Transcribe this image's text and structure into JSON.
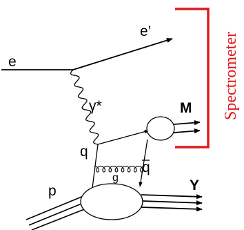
{
  "labels": {
    "electron_in": "e",
    "electron_out": "e’",
    "virtual_photon": "γ*",
    "meson": "M",
    "quark": "q",
    "antiquark": "q",
    "gluon": "g",
    "proton": "p",
    "remnant": "Y",
    "spectrometer": "Spectrometer"
  },
  "colors": {
    "lines": "#000000",
    "spectrometer": "#e0191c"
  }
}
